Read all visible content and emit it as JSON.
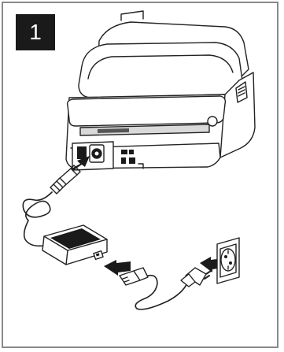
{
  "step": {
    "number": "1"
  },
  "illustration": {
    "subject": "printer-power-connection",
    "parts": [
      "printer",
      "power-cord-plug",
      "power-adapter",
      "ac-power-cord",
      "wall-outlet"
    ]
  },
  "colors": {
    "border": "#8a8a8a",
    "badge_background": "#1a1a1a",
    "badge_text": "#ffffff",
    "line_art": "#222222"
  }
}
